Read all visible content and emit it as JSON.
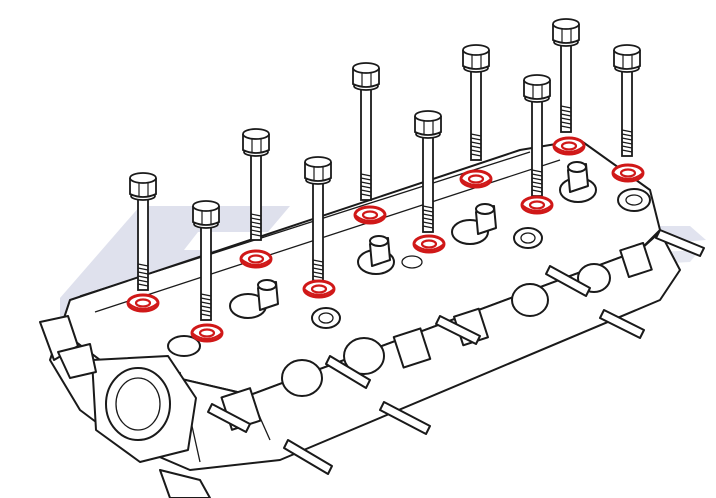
{
  "diagram": {
    "subject": "cylinder-head-bolt-and-washer-exploded-view",
    "colors": {
      "ink": "#1a1a1a",
      "washer_highlight": "#d01818",
      "watermark": "#c4c8de"
    },
    "bolts": [
      {
        "id": 1,
        "order": "front-left"
      },
      {
        "id": 2,
        "order": "front-second"
      },
      {
        "id": 3,
        "order": "rear-second"
      },
      {
        "id": 4,
        "order": "front-third"
      },
      {
        "id": 5,
        "order": "rear-third"
      },
      {
        "id": 6,
        "order": "front-fourth"
      },
      {
        "id": 7,
        "order": "rear-fourth"
      },
      {
        "id": 8,
        "order": "front-fifth"
      },
      {
        "id": 9,
        "order": "rear-fifth"
      },
      {
        "id": 10,
        "order": "rear-right"
      }
    ]
  }
}
